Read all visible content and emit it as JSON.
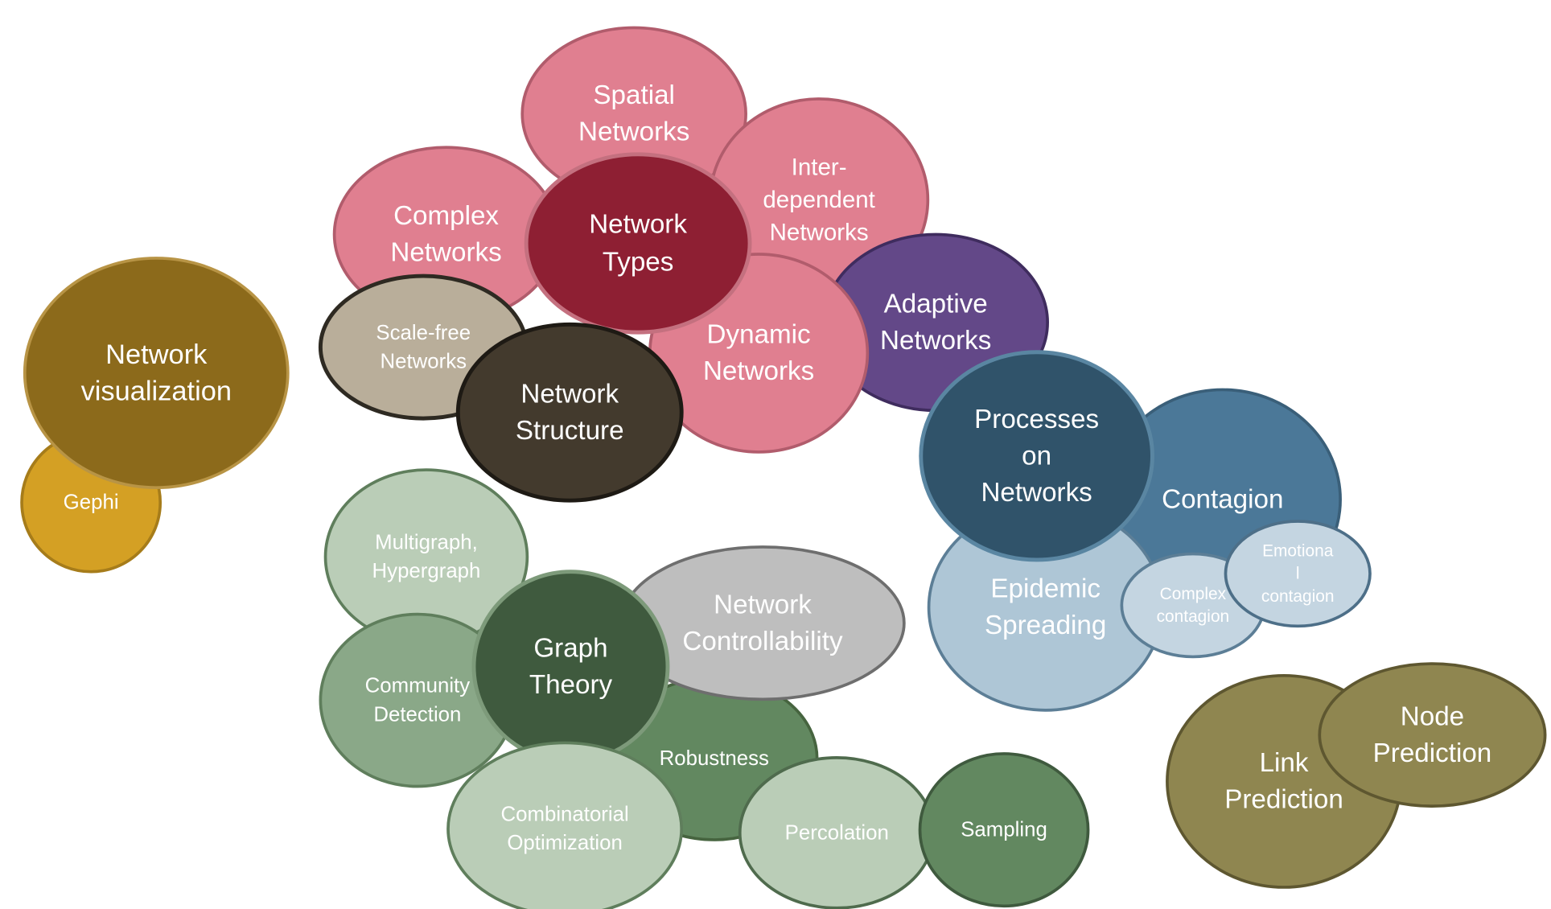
{
  "bubbles": [
    {
      "id": "gephi",
      "lines": [
        "Gephi"
      ],
      "fill": "#D4A024",
      "stroke": "#A67C1A",
      "text_color": "#ffffff"
    },
    {
      "id": "network-visualization",
      "lines": [
        "Network",
        "visualization"
      ],
      "fill": "#8C6A1B",
      "stroke": "#B89445",
      "text_color": "#ffffff"
    },
    {
      "id": "spatial-networks",
      "lines": [
        "Spatial",
        "Networks"
      ],
      "fill": "#E07F90",
      "stroke": "#B15C6C",
      "text_color": "#ffffff"
    },
    {
      "id": "interdependent-networks",
      "lines": [
        "Inter-",
        "dependent",
        "Networks"
      ],
      "fill": "#E07F90",
      "stroke": "#B15C6C",
      "text_color": "#ffffff"
    },
    {
      "id": "complex-networks",
      "lines": [
        "Complex",
        "Networks"
      ],
      "fill": "#E07F90",
      "stroke": "#B15C6C",
      "text_color": "#ffffff"
    },
    {
      "id": "adaptive-networks",
      "lines": [
        "Adaptive",
        "Networks"
      ],
      "fill": "#634888",
      "stroke": "#3F2C5E",
      "text_color": "#ffffff"
    },
    {
      "id": "dynamic-networks",
      "lines": [
        "Dynamic",
        "Networks"
      ],
      "fill": "#E07F90",
      "stroke": "#B15C6C",
      "text_color": "#ffffff"
    },
    {
      "id": "network-types",
      "lines": [
        "Network",
        "Types"
      ],
      "fill": "#8E1F33",
      "stroke": "#C4707F",
      "text_color": "#ffffff"
    },
    {
      "id": "scale-free-networks",
      "lines": [
        "Scale-free",
        "Networks"
      ],
      "fill": "#B9AE9A",
      "stroke": "#2E2A22",
      "text_color": "#ffffff"
    },
    {
      "id": "network-structure",
      "lines": [
        "Network",
        "Structure"
      ],
      "fill": "#433A2D",
      "stroke": "#1E1A14",
      "text_color": "#ffffff"
    },
    {
      "id": "contagion",
      "lines": [
        "Contagion"
      ],
      "fill": "#4B7898",
      "stroke": "#3A5F79",
      "text_color": "#ffffff"
    },
    {
      "id": "epidemic-spreading",
      "lines": [
        "Epidemic",
        "Spreading"
      ],
      "fill": "#AEC6D6",
      "stroke": "#5C7E96",
      "text_color": "#ffffff"
    },
    {
      "id": "processes-on-networks",
      "lines": [
        "Processes",
        "on",
        "Networks"
      ],
      "fill": "#30536A",
      "stroke": "#5A86A2",
      "text_color": "#ffffff"
    },
    {
      "id": "complex-contagion",
      "lines": [
        "Complex",
        "contagion"
      ],
      "fill": "#C4D5E1",
      "stroke": "#5C7E96",
      "text_color": "#ffffff"
    },
    {
      "id": "emotional-contagion",
      "lines": [
        "Emotiona",
        "l",
        "contagion"
      ],
      "fill": "#C4D5E1",
      "stroke": "#4D6F88",
      "text_color": "#ffffff"
    },
    {
      "id": "multigraph-hypergraph",
      "lines": [
        "Multigraph,",
        "Hypergraph"
      ],
      "fill": "#BACDB7",
      "stroke": "#5F7E5C",
      "text_color": "#ffffff"
    },
    {
      "id": "community-detection",
      "lines": [
        "Community",
        "Detection"
      ],
      "fill": "#8AA888",
      "stroke": "#5F7E5C",
      "text_color": "#ffffff"
    },
    {
      "id": "robustness",
      "lines": [
        "Robustness"
      ],
      "fill": "#628860",
      "stroke": "#46643F",
      "text_color": "#ffffff"
    },
    {
      "id": "network-controllability",
      "lines": [
        "Network",
        "Controllability"
      ],
      "fill": "#BEBEBE",
      "stroke": "#6E6E6E",
      "text_color": "#ffffff"
    },
    {
      "id": "graph-theory",
      "lines": [
        "Graph",
        "Theory"
      ],
      "fill": "#3F5A3E",
      "stroke": "#7D9A7A",
      "text_color": "#ffffff"
    },
    {
      "id": "combinatorial-optimization",
      "lines": [
        "Combinatorial",
        "Optimization"
      ],
      "fill": "#BACDB7",
      "stroke": "#5F7E5C",
      "text_color": "#ffffff"
    },
    {
      "id": "percolation",
      "lines": [
        "Percolation"
      ],
      "fill": "#BACDB7",
      "stroke": "#4F6B4D",
      "text_color": "#ffffff"
    },
    {
      "id": "sampling",
      "lines": [
        "Sampling"
      ],
      "fill": "#628860",
      "stroke": "#3F5A3E",
      "text_color": "#ffffff"
    },
    {
      "id": "link-prediction",
      "lines": [
        "Link",
        "Prediction"
      ],
      "fill": "#8F8650",
      "stroke": "#5E5730",
      "text_color": "#ffffff"
    },
    {
      "id": "node-prediction",
      "lines": [
        "Node",
        "Prediction"
      ],
      "fill": "#8F8650",
      "stroke": "#5E5730",
      "text_color": "#ffffff"
    }
  ]
}
